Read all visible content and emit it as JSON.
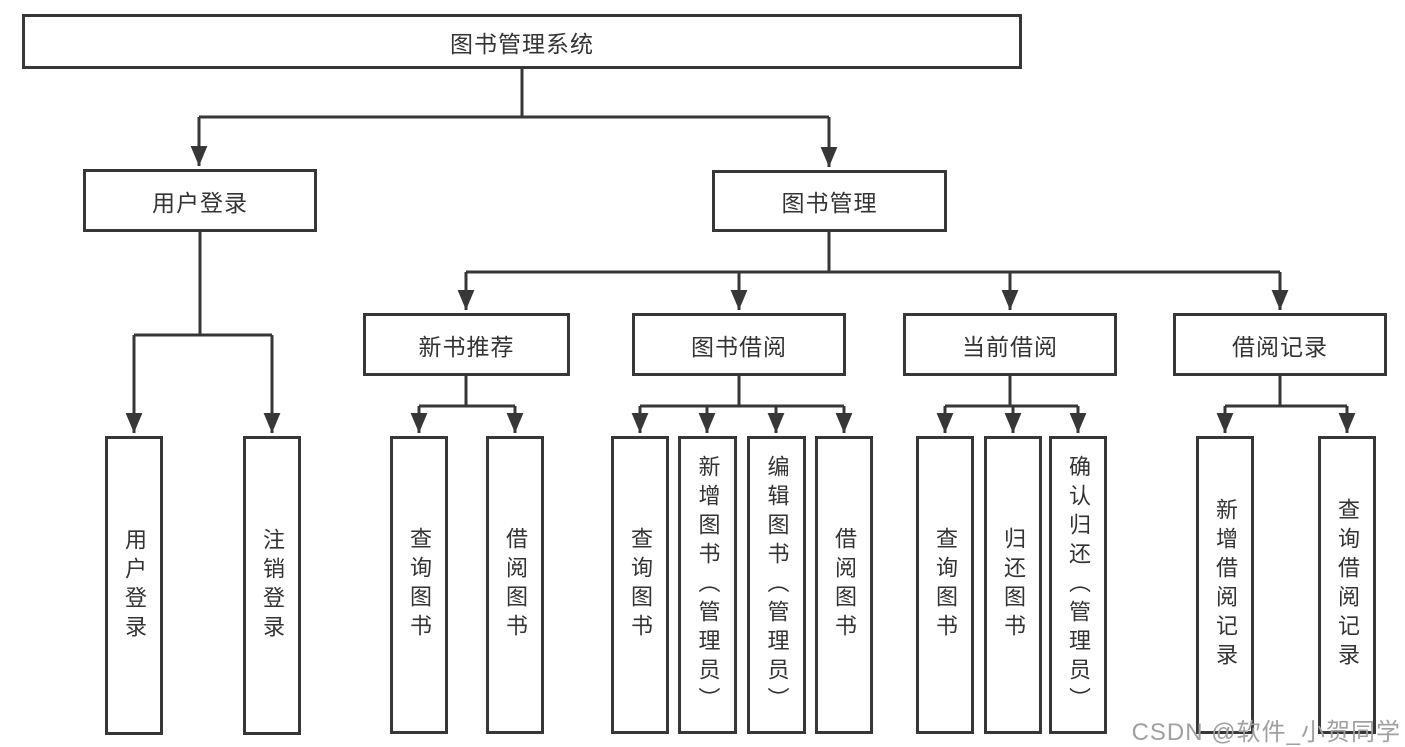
{
  "diagram": {
    "title": "图书管理系统",
    "colors": {
      "line": "#373737",
      "text": "#333333",
      "background": "#ffffff",
      "watermark": "#a0a0a0"
    },
    "watermark": {
      "brand": "CSDN",
      "handle": "@软件_小贺同学"
    }
  },
  "nodes": {
    "root": {
      "label": "图书管理系统"
    },
    "user_login": {
      "label": "用户登录"
    },
    "book_mgmt": {
      "label": "图书管理"
    },
    "user_login_leaf": {
      "label": "用户登录"
    },
    "logout_leaf": {
      "label": "注销登录"
    },
    "new_book_rec": {
      "label": "新书推荐"
    },
    "book_borrow": {
      "label": "图书借阅"
    },
    "current_borrow": {
      "label": "当前借阅"
    },
    "borrow_records": {
      "label": "借阅记录"
    },
    "nbr_query": {
      "label": "查询图书"
    },
    "nbr_borrow": {
      "label": "借阅图书"
    },
    "bb_query": {
      "label": "查询图书"
    },
    "bb_add": {
      "label": "新增图书（管理员）"
    },
    "bb_edit": {
      "label": "编辑图书（管理员）"
    },
    "bb_borrow": {
      "label": "借阅图书"
    },
    "cb_query": {
      "label": "查询图书"
    },
    "cb_return": {
      "label": "归还图书"
    },
    "cb_confirm": {
      "label": "确认归还（管理员）"
    },
    "br_add": {
      "label": "新增借阅记录"
    },
    "br_query": {
      "label": "查询借阅记录"
    }
  }
}
